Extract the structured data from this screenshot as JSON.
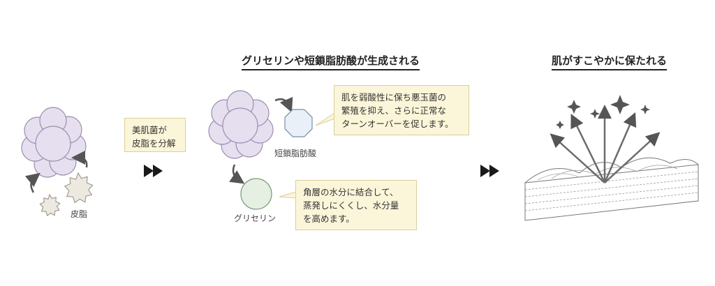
{
  "headings": {
    "generation": "グリセリンや短鎖脂肪酸が生成される",
    "result": "肌がすこやかに保たれる"
  },
  "labels": {
    "sebum": "皮脂",
    "scfa": "短鎖脂肪酸",
    "glycerin": "グリセリン"
  },
  "notes": {
    "bacteria": [
      "美肌菌が",
      "皮脂を分解"
    ],
    "scfa": [
      "肌を弱酸性に保ち悪玉菌の",
      "繁殖を抑え、さらに正常な",
      "ターンオーバーを促します。"
    ],
    "glycerin": [
      "角層の水分に結合して、",
      "蒸発しにくくし、水分量",
      "を高めます。"
    ]
  },
  "colors": {
    "bacteria_fill": "#e6dff0",
    "bacteria_stroke": "#9a8fae",
    "sebum_fill": "#ece9e1",
    "scfa_fill": "#e9f0f8",
    "glycerin_fill": "#e5efe2",
    "note_fill": "#fbf6d9",
    "arrow": "#555555"
  }
}
